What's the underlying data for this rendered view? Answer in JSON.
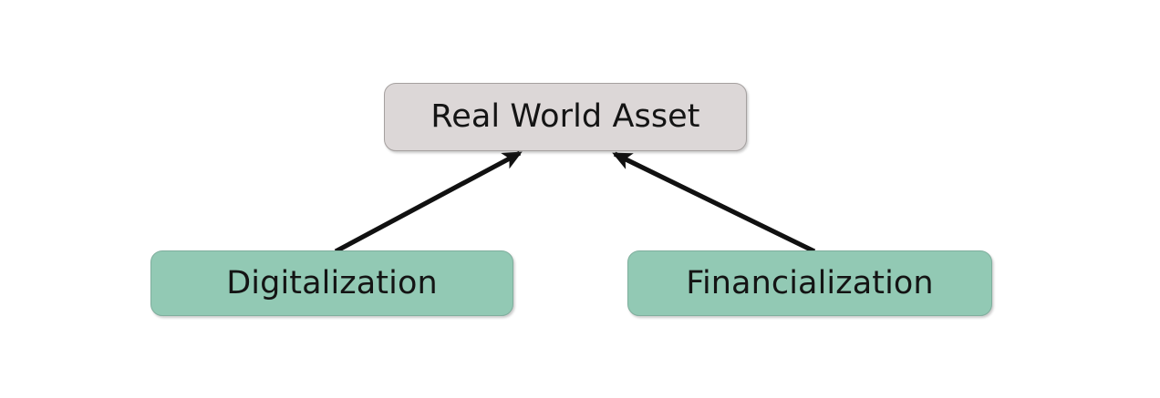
{
  "diagram": {
    "type": "flow-diagram",
    "direction": "bottom-to-top",
    "background_color": "#ffffff",
    "nodes": [
      {
        "id": "root",
        "label": "Real World Asset",
        "role": "target",
        "fill_color": "#dcd7d7",
        "border_color": "#a5a09f",
        "text_color": "#141414"
      },
      {
        "id": "digitalization",
        "label": "Digitalization",
        "role": "source",
        "fill_color": "#92c9b4",
        "border_color": "#7fae9d",
        "text_color": "#141414"
      },
      {
        "id": "financialization",
        "label": "Financialization",
        "role": "source",
        "fill_color": "#92c9b4",
        "border_color": "#7fae9d",
        "text_color": "#141414"
      }
    ],
    "edges": [
      {
        "id": "edge-digitalization-root",
        "from": "digitalization",
        "to": "root",
        "label": "",
        "color": "#111111",
        "arrowhead": "filled-triangle"
      },
      {
        "id": "edge-financialization-root",
        "from": "financialization",
        "to": "root",
        "label": "",
        "color": "#111111",
        "arrowhead": "filled-triangle"
      }
    ]
  }
}
